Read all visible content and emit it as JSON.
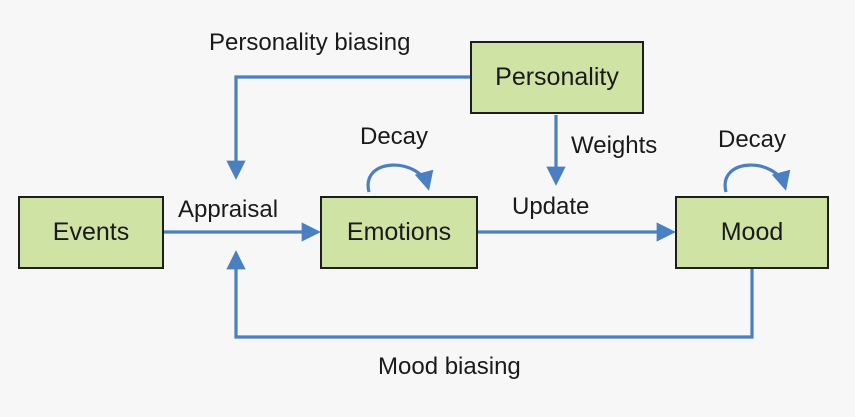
{
  "nodes": {
    "events": "Events",
    "emotions": "Emotions",
    "mood": "Mood",
    "personality": "Personality"
  },
  "labels": {
    "personality_biasing": "Personality biasing",
    "appraisal": "Appraisal",
    "decay_emotions": "Decay",
    "decay_mood": "Decay",
    "weights": "Weights",
    "update": "Update",
    "mood_biasing": "Mood biasing"
  },
  "colors": {
    "box_fill": "#cfe3a4",
    "box_border": "#1e1e1e",
    "arrow": "#4a7fc1"
  }
}
